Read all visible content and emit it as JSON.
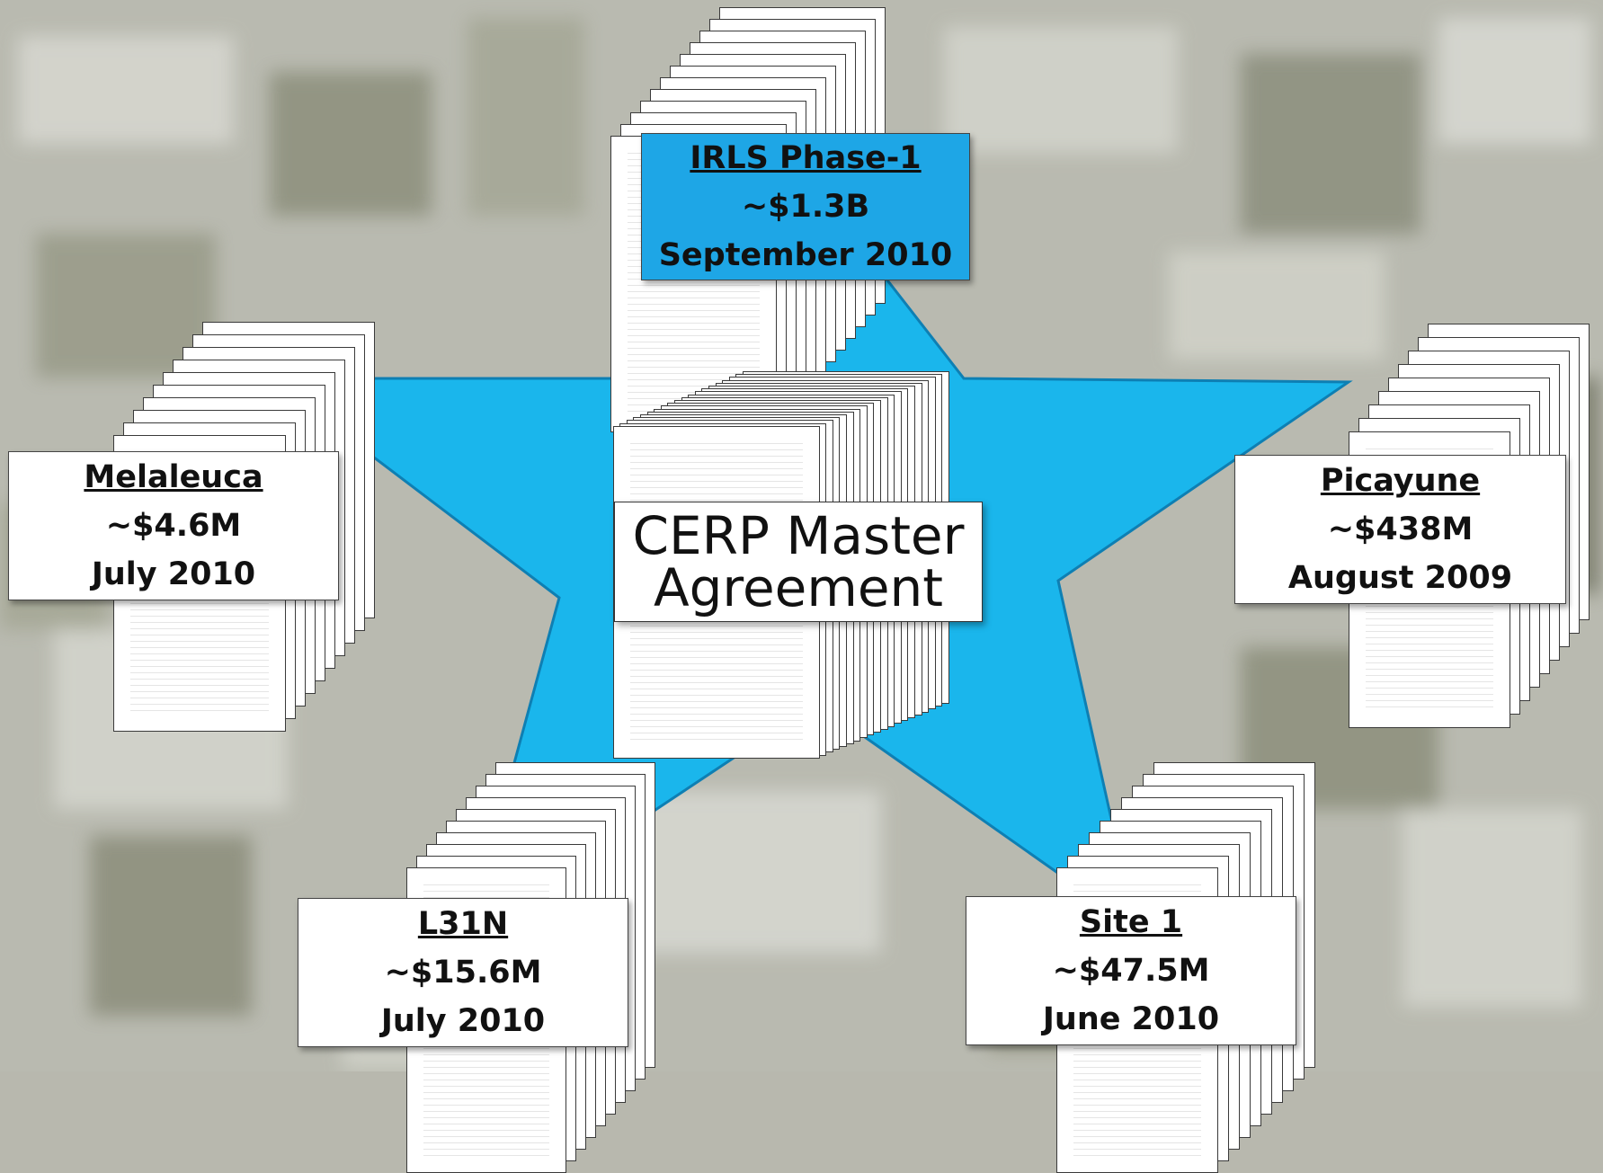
{
  "colors": {
    "star": "#1ab6ec",
    "highlight_card": "#1ea6e6",
    "card": "#ffffff"
  },
  "master": {
    "line1": "CERP Master",
    "line2": "Agreement"
  },
  "projects": [
    {
      "key": "irls",
      "title": "IRLS Phase-1",
      "amount": "~$1.3B",
      "date": "September 2010",
      "highlight": true
    },
    {
      "key": "melaleuca",
      "title": "Melaleuca",
      "amount": "~$4.6M",
      "date": "July 2010",
      "highlight": false
    },
    {
      "key": "picayune",
      "title": "Picayune",
      "amount": "~$438M",
      "date": "August 2009",
      "highlight": false
    },
    {
      "key": "l31n",
      "title": "L31N",
      "amount": "~$15.6M",
      "date": "July 2010",
      "highlight": false
    },
    {
      "key": "site1",
      "title": "Site 1",
      "amount": "~$47.5M",
      "date": "June 2010",
      "highlight": false
    }
  ]
}
